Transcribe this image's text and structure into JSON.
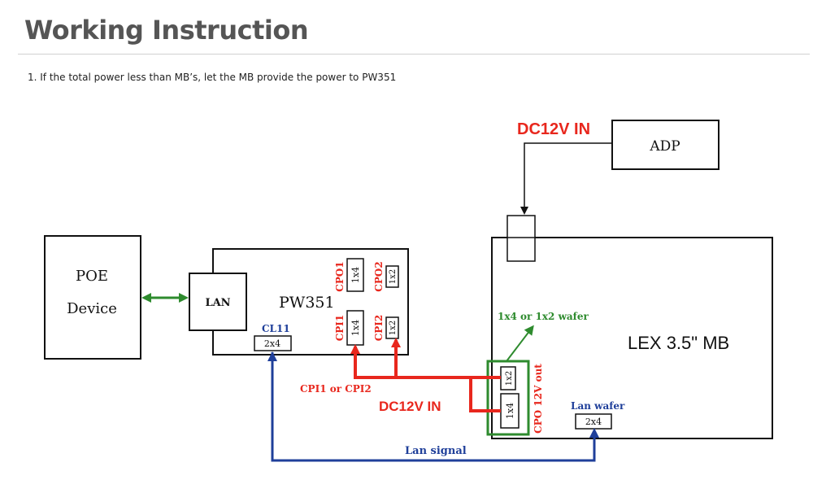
{
  "page": {
    "title": "Working Instruction",
    "instruction": "1. If the total power less than MB’s, let the MB provide the power to PW351"
  },
  "colors": {
    "power": "#e8271d",
    "lan": "#1f3f9a",
    "wafer": "#2e8b2e",
    "text": "#111111"
  },
  "diagram": {
    "dc_in_top": "DC12V IN",
    "adp": "ADP",
    "poe_line1": "POE",
    "poe_line2": "Device",
    "lan": "LAN",
    "pw351": "PW351",
    "cpo1": "CPO1",
    "cpo2": "CPO2",
    "cpi1": "CPI1",
    "cpi2": "CPI2",
    "conn_1x4": "1x4",
    "conn_1x2": "1x2",
    "conn_2x4": "2x4",
    "cl11": "CL11",
    "lex_mb": "LEX 3.5\" MB",
    "wafer_note": "1x4 or 1x2 wafer",
    "cpo_12v_out": "CPO 12V out",
    "cpi_note": "CPI1 or CPI2",
    "dc_in_bottom": "DC12V IN",
    "lan_wafer": "Lan wafer",
    "lan_signal": "Lan signal"
  }
}
